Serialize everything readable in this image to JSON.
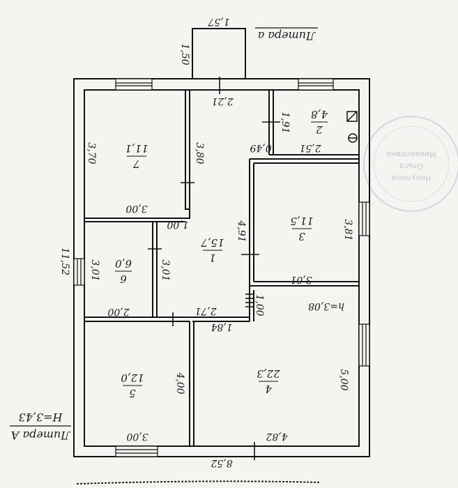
{
  "diagram": {
    "title_small": "Литера а",
    "title_main": "Литера А",
    "height_main": "H=3,43",
    "height_room4": "h=3,08",
    "rooms": [
      {
        "id": "1",
        "area": "15,7"
      },
      {
        "id": "2",
        "area": "4,8"
      },
      {
        "id": "3",
        "area": "11,5"
      },
      {
        "id": "4",
        "area": "22,3"
      },
      {
        "id": "5",
        "area": "12,0"
      },
      {
        "id": "6",
        "area": "6,0"
      },
      {
        "id": "7",
        "area": "11,1"
      }
    ],
    "dimensions": {
      "porch_width": "1,57",
      "porch_depth": "1,50",
      "corridor_top": "2,21",
      "room2_height": "1,91",
      "room2_width": "2,51",
      "room2_gap": "0,49",
      "room7_height": "3,70",
      "room7_right": "3,80",
      "room7_width": "3,00",
      "room1_step": "1,00",
      "room3_height": "3,81",
      "room3_width": "3,01",
      "room1_left": "4,91",
      "room6_left": "3,01",
      "room6_right": "3,01",
      "room6_width": "2,00",
      "room1_bottom": "2,71",
      "room1_door": "1,00",
      "room4_left_step": "1,84",
      "room5_right": "4,00",
      "room4_right": "5,00",
      "room5_width": "3,00",
      "room4_width": "4,82",
      "total_width": "8,52",
      "total_height": "11,52"
    },
    "stamp_lines": [
      "Никулина",
      "Ольга",
      "Михайловна"
    ]
  }
}
